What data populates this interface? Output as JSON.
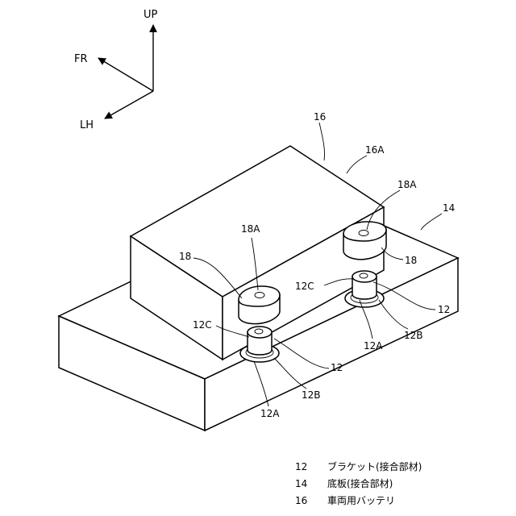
{
  "axes": {
    "up": "UP",
    "front": "FR",
    "left": "LH"
  },
  "labels": {
    "battery": "16",
    "battery_top": "16A",
    "bottom_plate": "14",
    "stopper_right_top": "18A",
    "stopper_right": "18",
    "stopper_left_top": "18A",
    "stopper_left": "18",
    "bracket_right": "12",
    "bracket_right_c": "12C",
    "bracket_right_b": "12B",
    "bracket_right_a": "12A",
    "bracket_left": "12",
    "bracket_left_c": "12C",
    "bracket_left_b": "12B",
    "bracket_left_a": "12A"
  },
  "legend": [
    {
      "num": "12",
      "text": "ブラケット(接合部材)"
    },
    {
      "num": "14",
      "text": "底板(接合部材)"
    },
    {
      "num": "16",
      "text": "車両用バッテリ"
    }
  ]
}
